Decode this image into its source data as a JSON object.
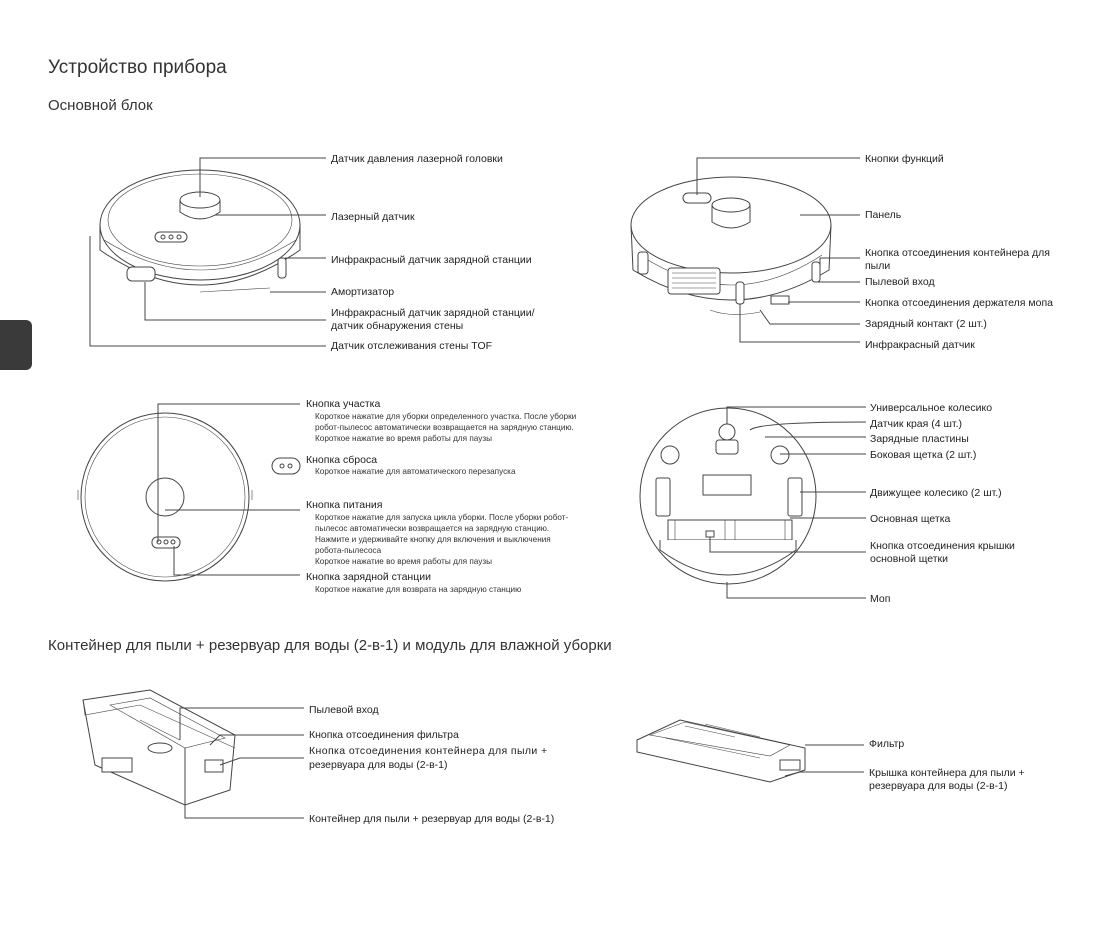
{
  "page_title": "Устройство прибора",
  "section_main": "Основной блок",
  "section_container": "Контейнер для пыли + резервуар для воды (2-в-1) и модуль для влажной уборки",
  "top_left_labels": [
    "Датчик давления лазерной головки",
    "Лазерный датчик",
    "Инфракрасный датчик зарядной станции",
    "Амортизатор",
    "Инфракрасный датчик зарядной станции/",
    "датчик обнаружения стены",
    "Датчик отслеживания стены TOF"
  ],
  "top_right_labels": [
    "Кнопки функций",
    "Панель",
    "Кнопка отсоединения контейнера для",
    "пыли",
    "Пылевой вход",
    "Кнопка отсоединения держателя мопа",
    "Зарядный контакт (2 шт.)",
    "Инфракрасный датчик"
  ],
  "buttons": [
    {
      "title": "Кнопка участка",
      "lines": [
        "Короткое нажатие для уборки определенного участка. После уборки",
        "робот-пылесос автоматически возвращается на зарядную станцию.",
        "Короткое нажатие во время работы для паузы"
      ]
    },
    {
      "title": "Кнопка сброса",
      "lines": [
        "Короткое нажатие для автоматического перезапуска"
      ]
    },
    {
      "title": "Кнопка питания",
      "lines": [
        "Короткое нажатие для запуска цикла уборки. После уборки робот-",
        "пылесос автоматически возвращается на зарядную станцию.",
        "Нажмите и удерживайте кнопку для включения и выключения",
        "робота-пылесоса",
        "Короткое нажатие во время работы для паузы"
      ]
    },
    {
      "title": "Кнопка зарядной станции",
      "lines": [
        "Короткое нажатие для возврата на зарядную станцию"
      ]
    }
  ],
  "bottom_view_labels": [
    "Универсальное колесико",
    "Датчик края (4 шт.)",
    "Зарядные пластины",
    "Боковая щетка (2 шт.)",
    "Движущее колесико (2 шт.)",
    "Основная щетка",
    "Кнопка отсоединения крышки",
    "основной щетки",
    "Моп"
  ],
  "container_labels": [
    "Пылевой вход",
    "Кнопка отсоединения фильтра",
    "Кнопка отсоединения контейнера для пыли +",
    "резервуара для воды (2-в-1)",
    "Контейнер для пыли + резервуар для воды (2-в-1)"
  ],
  "filter_labels": [
    "Фильтр",
    "Крышка контейнера для пыли +",
    "резервуара для воды (2-в-1)"
  ],
  "icons": [
    "page-tab-marker"
  ]
}
